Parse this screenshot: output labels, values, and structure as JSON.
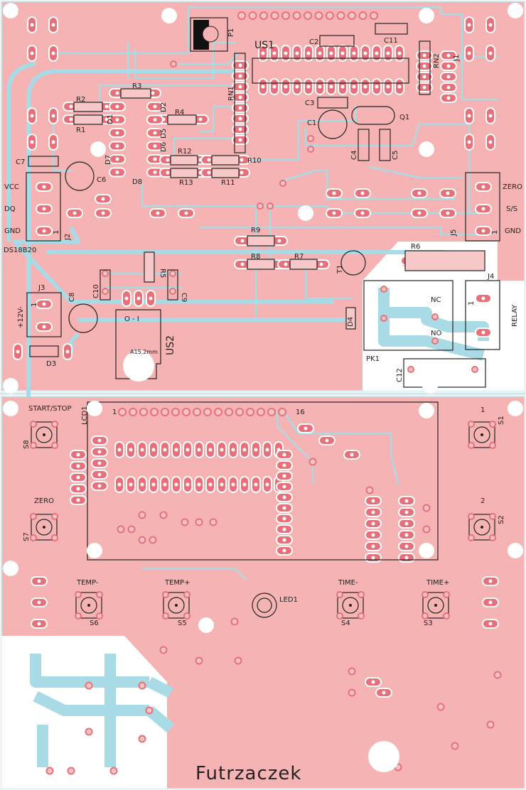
{
  "board_top": {
    "labels": {
      "p1": "P1",
      "us1": "US1",
      "c2": "C2",
      "c11": "C11",
      "rn2": "RN2",
      "j1": "J1",
      "rn1": "RN1",
      "r3": "R3",
      "r2": "R2",
      "r1": "R1",
      "d1": "D1",
      "d2": "D2",
      "r4": "R4",
      "d5": "D5",
      "d6": "D6",
      "d7": "D7",
      "d8": "D8",
      "r12": "R12",
      "r10": "R10",
      "r13": "R13",
      "r11": "R11",
      "c3": "C3",
      "c1": "C1",
      "q1": "Q1",
      "c4": "C4",
      "c5": "C5",
      "c7": "C7",
      "c6": "C6",
      "vcc": "VCC",
      "dq": "DQ",
      "gnd": "GND",
      "j2": "J2",
      "j2_pin1": "1",
      "ds18b20": "DS18B20",
      "zero": "ZERO",
      "ss": "S/S",
      "gnd2": "GND",
      "j5": "J5",
      "j5_pin1": "1",
      "r9": "R9",
      "r8": "R8",
      "r7": "R7",
      "t1": "T1",
      "r6": "R6",
      "j4": "J4",
      "nc": "NC",
      "no": "NO",
      "relay": "RELAY",
      "j4_pin1": "1",
      "d4": "D4",
      "pk1": "PK1",
      "c12": "C12",
      "j3": "J3",
      "v12": "+12V-",
      "j3_pin1": "1",
      "c8": "C8",
      "c10": "C10",
      "r5": "R5",
      "c9": "C9",
      "oi": "O - I",
      "us2": "US2",
      "hole_note": "A15,2mm",
      "d3": "D3"
    }
  },
  "board_bottom": {
    "labels": {
      "start_stop": "START/STOP",
      "lcd1": "LCD1",
      "lcd_pin1": "1",
      "lcd_pin16": "16",
      "s8": "S8",
      "zero": "ZERO",
      "s7": "S7",
      "s1_num": "1",
      "s1": "S1",
      "s2_num": "2",
      "s2": "S2",
      "temp_minus": "TEMP-",
      "temp_plus": "TEMP+",
      "led1": "LED1",
      "time_minus": "TIME-",
      "time_plus": "TIME+",
      "s6": "S6",
      "s5": "S5",
      "s4": "S4",
      "s3": "S3",
      "title": "Futrzaczek"
    }
  },
  "colors": {
    "board": "#f5b3b3",
    "trace": "#a9dbe6",
    "pad": "#e8707a",
    "silk": "#222222"
  }
}
